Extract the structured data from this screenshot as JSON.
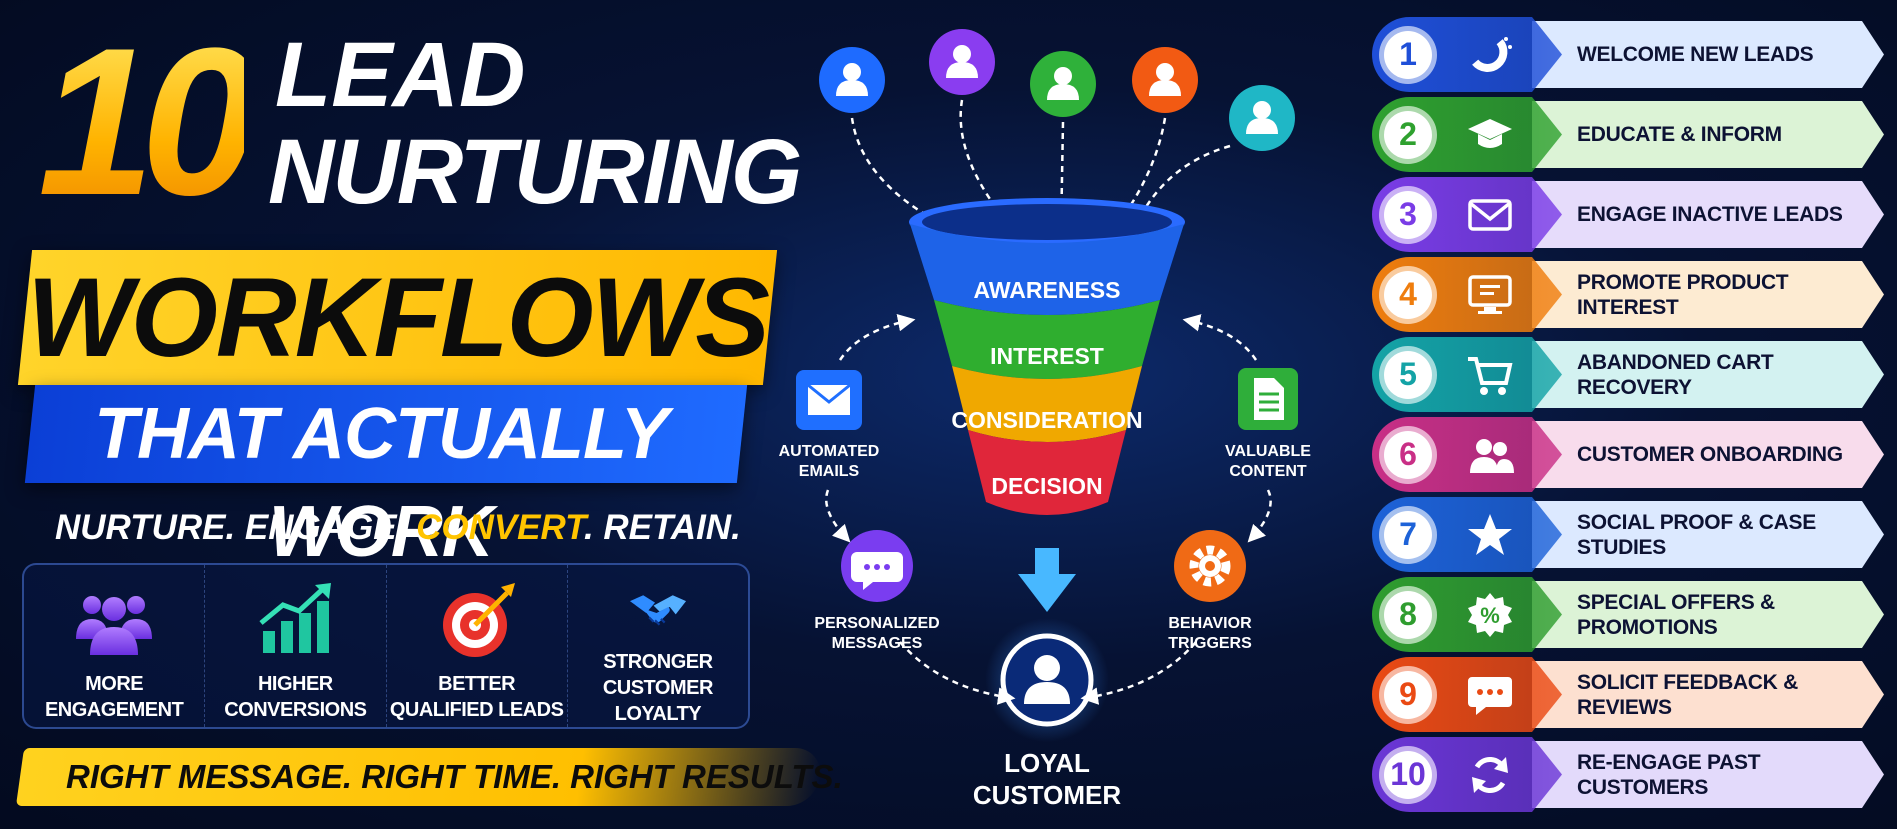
{
  "title": {
    "number": "10",
    "line1": "LEAD",
    "line2": "NURTURING",
    "banner1": "WORKFLOWS",
    "banner2": "THAT ACTUALLY WORK"
  },
  "tagline": {
    "part1": "NURTURE. ENGAGE. ",
    "highlight": "CONVERT",
    "part2": ". RETAIN."
  },
  "benefits": [
    {
      "icon": "group-icon",
      "line1": "MORE",
      "line2": "ENGAGEMENT"
    },
    {
      "icon": "growth-chart-icon",
      "line1": "HIGHER",
      "line2": "CONVERSIONS"
    },
    {
      "icon": "target-icon",
      "line1": "BETTER",
      "line2": "QUALIFIED LEADS"
    },
    {
      "icon": "handshake-icon",
      "line1": "STRONGER",
      "line2": "CUSTOMER LOYALTY"
    }
  ],
  "bottom_banner": "RIGHT MESSAGE. RIGHT TIME. RIGHT RESULTS.",
  "funnel": {
    "stages": [
      "AWARENESS",
      "INTEREST",
      "CONSIDERATION",
      "DECISION"
    ],
    "stage_colors": [
      "#1e63e8",
      "#2fae2f",
      "#f0a800",
      "#e0263a"
    ],
    "lead_colors": [
      "#1e6bff",
      "#8a3df0",
      "#2fb13a",
      "#f25a13",
      "#1fb7c6"
    ],
    "left_top": {
      "line1": "AUTOMATED",
      "line2": "EMAILS"
    },
    "left_bottom": {
      "line1": "PERSONALIZED",
      "line2": "MESSAGES"
    },
    "right_top": {
      "line1": "VALUABLE",
      "line2": "CONTENT"
    },
    "right_bottom": {
      "line1": "BEHAVIOR",
      "line2": "TRIGGERS"
    },
    "result": {
      "line1": "LOYAL",
      "line2": "CUSTOMER"
    }
  },
  "workflows": [
    {
      "num": "1",
      "label": "WELCOME NEW LEADS",
      "icon": "magnet-icon",
      "color": "#1f4fd8",
      "bg": "#dce9ff"
    },
    {
      "num": "2",
      "label": "EDUCATE & INFORM",
      "icon": "graduation-cap-icon",
      "color": "#2fa12f",
      "bg": "#dcf3d6"
    },
    {
      "num": "3",
      "label": "ENGAGE INACTIVE LEADS",
      "icon": "envelope-icon",
      "color": "#7a3ce6",
      "bg": "#e6dcfb"
    },
    {
      "num": "4",
      "label": "PROMOTE PRODUCT INTEREST",
      "icon": "monitor-icon",
      "color": "#ef7d0d",
      "bg": "#fdebd2"
    },
    {
      "num": "5",
      "label": "ABANDONED CART RECOVERY",
      "icon": "cart-icon",
      "color": "#14a3a6",
      "bg": "#d3f2f1"
    },
    {
      "num": "6",
      "label": "CUSTOMER ONBOARDING",
      "icon": "users-icon",
      "color": "#c92f86",
      "bg": "#f8dcec"
    },
    {
      "num": "7",
      "label": "SOCIAL PROOF & CASE STUDIES",
      "icon": "star-icon",
      "color": "#1d62d8",
      "bg": "#dce9ff"
    },
    {
      "num": "8",
      "label": "SPECIAL OFFERS & PROMOTIONS",
      "icon": "percent-badge-icon",
      "color": "#2f9d2f",
      "bg": "#dcf3d6"
    },
    {
      "num": "9",
      "label": "SOLICIT FEEDBACK & REVIEWS",
      "icon": "chat-icon",
      "color": "#ea4a14",
      "bg": "#fde0d0"
    },
    {
      "num": "10",
      "label": "RE-ENGAGE PAST CUSTOMERS",
      "icon": "refresh-icon",
      "color": "#6b36d6",
      "bg": "#e3dafb"
    }
  ]
}
